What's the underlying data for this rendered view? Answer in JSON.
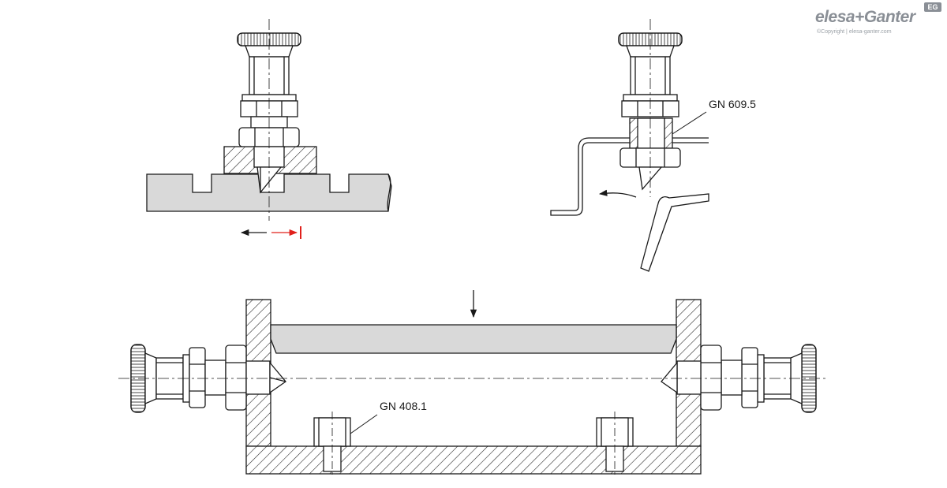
{
  "brand": {
    "name": "elesa+Ganter",
    "badge": "EG",
    "copyright": "©Copyright | elesa-ganter.com"
  },
  "callouts": {
    "gn_609_5": "GN 609.5",
    "gn_408_1": "GN 408.1"
  },
  "colors": {
    "line": "#1a1a1a",
    "part_fill": "#d9d9d9",
    "indicator": "#e0201b",
    "brand": "#8a8f96"
  },
  "icons": {
    "left_arrow": "arrow-left-icon",
    "right_arrow": "arrow-right-icon",
    "stop_mark": "stop-bar-icon",
    "insert_arrow": "arrow-down-icon",
    "rotate_arrow": "curved-arrow-icon"
  }
}
